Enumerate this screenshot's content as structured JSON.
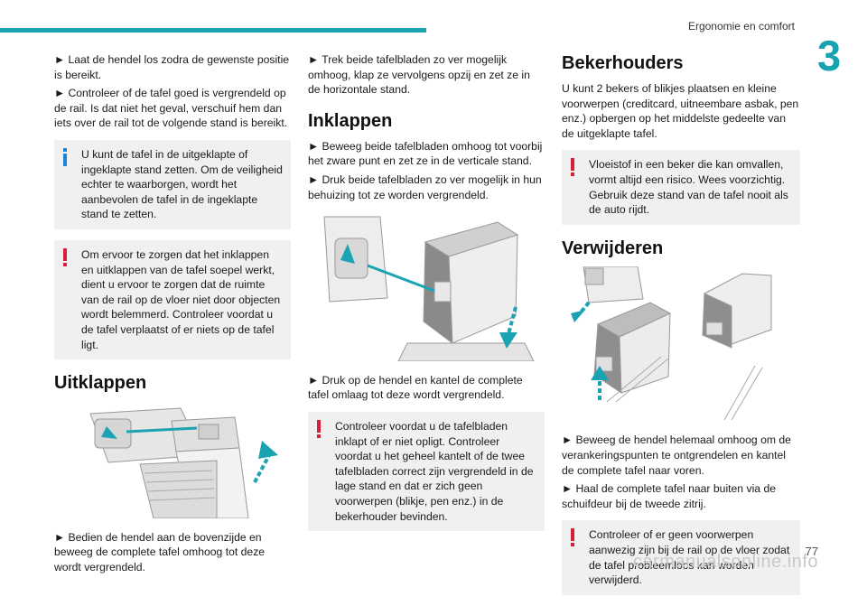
{
  "header": {
    "section": "Ergonomie en comfort",
    "chapter": "3"
  },
  "col1": {
    "p1": "► Laat de hendel los zodra de gewenste positie is bereikt.",
    "p2": "► Controleer of de tafel goed is vergrendeld op de rail. Is dat niet het geval, verschuif hem dan iets over de rail tot de volgende stand is bereikt.",
    "info1": "U kunt de tafel in de uitgeklapte of ingeklapte stand zetten. Om de veiligheid echter te waarborgen, wordt het aanbevolen de tafel in de ingeklapte stand te zetten.",
    "warn1": "Om ervoor te zorgen dat het inklappen en uitklappen van de tafel soepel werkt, dient u ervoor te zorgen dat de ruimte van de rail op de vloer niet door objecten wordt belemmerd. Controleer voordat u de tafel verplaatst of er niets op de tafel ligt.",
    "h_uitklappen": "Uitklappen",
    "p3": "► Bedien de hendel aan de bovenzijde en beweeg de complete tafel omhoog tot deze wordt vergrendeld."
  },
  "col2": {
    "p1": "► Trek beide tafelbladen zo ver mogelijk omhoog, klap ze vervolgens opzij en zet ze in de horizontale stand.",
    "h_inklappen": "Inklappen",
    "p2": "► Beweeg beide tafelbladen omhoog tot voorbij het zware punt en zet ze in de verticale stand.",
    "p3": "► Druk beide tafelbladen zo ver mogelijk in hun behuizing tot ze worden vergrendeld.",
    "p4": "► Druk op de hendel en kantel de complete tafel omlaag tot deze wordt vergrendeld.",
    "warn1": "Controleer voordat u de tafelbladen inklapt of er niet opligt. Controleer voordat u het geheel kantelt of de twee tafelbladen correct zijn vergrendeld in de lage stand en dat er zich geen voorwerpen (blikje, pen enz.) in de bekerhouder bevinden."
  },
  "col3": {
    "h_bekerhouders": "Bekerhouders",
    "p1": "U kunt 2 bekers of blikjes plaatsen en kleine voorwerpen (creditcard, uitneembare asbak, pen enz.) opbergen op het middelste gedeelte van de uitgeklapte tafel.",
    "warn1": "Vloeistof in een beker die kan omvallen, vormt altijd een risico. Wees voorzichtig. Gebruik deze stand van de tafel nooit als de auto rijdt.",
    "h_verwijderen": "Verwijderen",
    "p2": "► Beweeg de hendel helemaal omhoog om de verankeringspunten te ontgrendelen en kantel de complete tafel naar voren.",
    "p3": "► Haal de complete tafel naar buiten via de schuifdeur bij de tweede zitrij.",
    "warn2": "Controleer of er geen voorwerpen aanwezig zijn bij de rail op de vloer zodat de tafel probleemloos kan worden verwijderd."
  },
  "footer": {
    "page": "77",
    "watermark": "carmanualsonline.info"
  },
  "colors": {
    "accent": "#17a2b0",
    "info": "#1c84d6",
    "warning": "#d6203a",
    "arrow": "#1aa3b2"
  }
}
